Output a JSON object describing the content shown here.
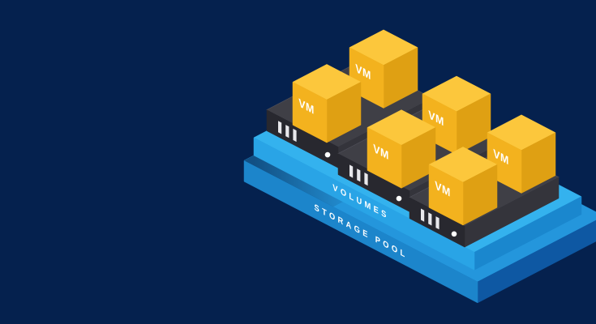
{
  "scene": {
    "background_color": "#05214E",
    "palette": {
      "background": "#05214E",
      "vm_top": "#FCC73C",
      "vm_left": "#F3B21E",
      "vm_right": "#DFA013",
      "server_top": "#3F3F46",
      "server_front": "#28282F",
      "server_right": "#34343B",
      "vent_grille": "#E8E8EC",
      "status_led": "#FFFFFF",
      "volumes_top": "#34B2EE",
      "volumes_front": "#29A4E6",
      "volumes_right": "#1A87CE",
      "storage_top": "#2496DC",
      "storage_front": "#1C85CB",
      "storage_right": "#0E58A3",
      "label_color": "#FFFFFF"
    },
    "volumes_layer": {
      "label": "VOLUMES"
    },
    "storage_pool_layer": {
      "label": "STORAGE POOL"
    },
    "server_nodes": {
      "count": 3,
      "front_panel_icons": [
        "vent-grille-icon",
        "status-led-icon"
      ]
    },
    "vms": [
      {
        "label": "VM"
      },
      {
        "label": "VM"
      },
      {
        "label": "VM"
      },
      {
        "label": "VM"
      },
      {
        "label": "VM"
      },
      {
        "label": "VM"
      }
    ]
  }
}
